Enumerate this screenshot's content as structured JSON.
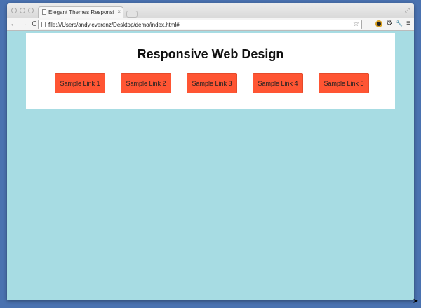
{
  "browser": {
    "tab_title": "Elegant Themes Responsi",
    "tab_close": "×",
    "url": "file:///Users/andyleverenz/Desktop/demo/index.html#",
    "back": "←",
    "forward": "→",
    "reload": "C",
    "star": "☆",
    "settings": "⚙",
    "wrench": "🔧",
    "menu": "≡",
    "fullscreen": "⤢"
  },
  "page": {
    "title": "Responsive Web Design",
    "links": [
      "Sample Link 1",
      "Sample Link 2",
      "Sample Link 3",
      "Sample Link 4",
      "Sample Link 5"
    ],
    "accent": "#ff5533",
    "background": "#a7dce3"
  }
}
